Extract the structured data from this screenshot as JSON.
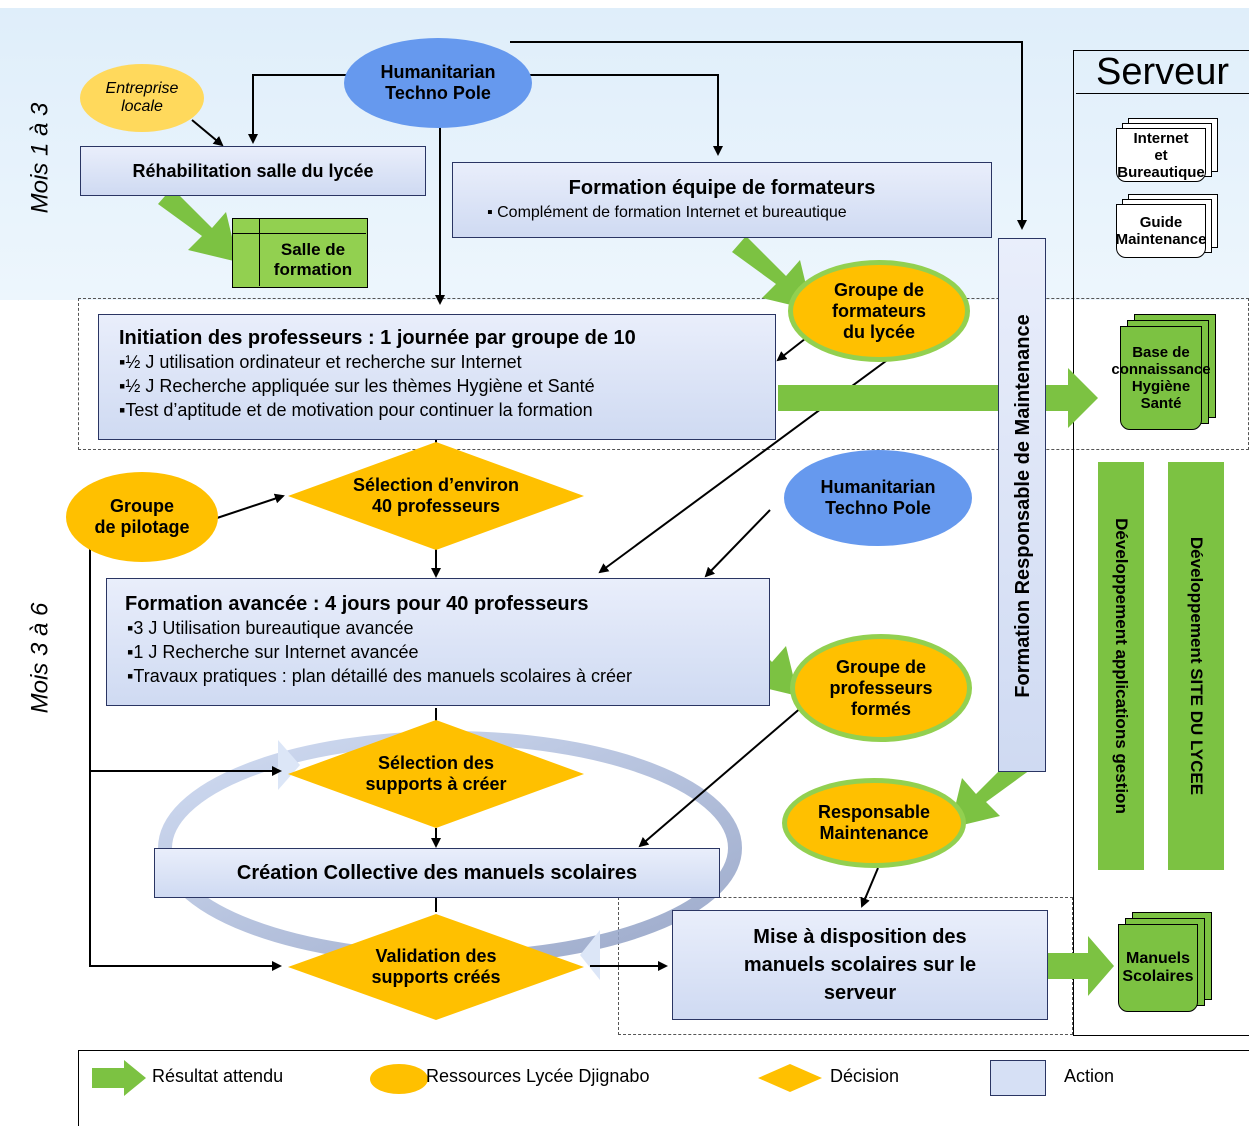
{
  "phases": {
    "phase1": "Mois 1 à 3",
    "phase2": "Mois 3 à 6"
  },
  "server": {
    "title": "Serveur"
  },
  "nodes": {
    "htp_top": "Humanitarian\nTechno Pole",
    "entreprise": "Entreprise\nlocale",
    "rehab": "Réhabilitation salle du lycée",
    "salle": "Salle de\nformation",
    "formation_equipe_title": "Formation équipe de formateurs",
    "formation_equipe_bullet": "▪ Complément de formation Internet et bureautique",
    "groupe_formateurs": "Groupe de\nformateurs\ndu lycée",
    "initiation_title": "Initiation des professeurs : 1 journée par groupe de 10",
    "initiation_bullets": [
      "▪½ J utilisation ordinateur et recherche sur Internet",
      "▪½ J Recherche appliquée sur les thèmes Hygiène et Santé",
      "▪Test d’aptitude et de motivation pour continuer la formation"
    ],
    "groupe_pilotage": "Groupe\nde pilotage",
    "selection_profs": "Sélection d’environ\n40 professeurs",
    "htp_mid": "Humanitarian\nTechno Pole",
    "avancee_title": "Formation avancée : 4 jours pour 40 professeurs",
    "avancee_bullets": [
      "▪3 J Utilisation bureautique avancée",
      "▪1 J Recherche sur Internet avancée",
      "▪Travaux pratiques : plan détaillé des manuels scolaires à créer"
    ],
    "groupe_profs": "Groupe de\nprofesseurs\nformés",
    "selection_supports": "Sélection des\nsupports à créer",
    "creation": "Création Collective des manuels scolaires",
    "validation": "Validation des\nsupports créés",
    "mise_dispo": "Mise à disposition des\nmanuels scolaires sur le\nserveur",
    "formation_resp": "Formation Responsable de Maintenance",
    "resp_maint": "Responsable\nMaintenance"
  },
  "server_docs": {
    "internet": "Internet\net Bureautique",
    "guide": "Guide\nMaintenance",
    "base": "Base de\nconnaissance\nHygiène Santé",
    "manuels": "Manuels\nScolaires"
  },
  "dev_bars": {
    "applications": "Développement applications gestion",
    "site": "Développement SITE DU LYCEE"
  },
  "legend": {
    "resultat": "Résultat attendu",
    "ressources": "Ressources Lycée Djignabo",
    "decision": "Décision",
    "action": "Action"
  },
  "colors": {
    "green": "#7cc242",
    "orange": "#ffc000",
    "blue_oval": "#6699ee",
    "action_fill": "#d6e0f5"
  }
}
